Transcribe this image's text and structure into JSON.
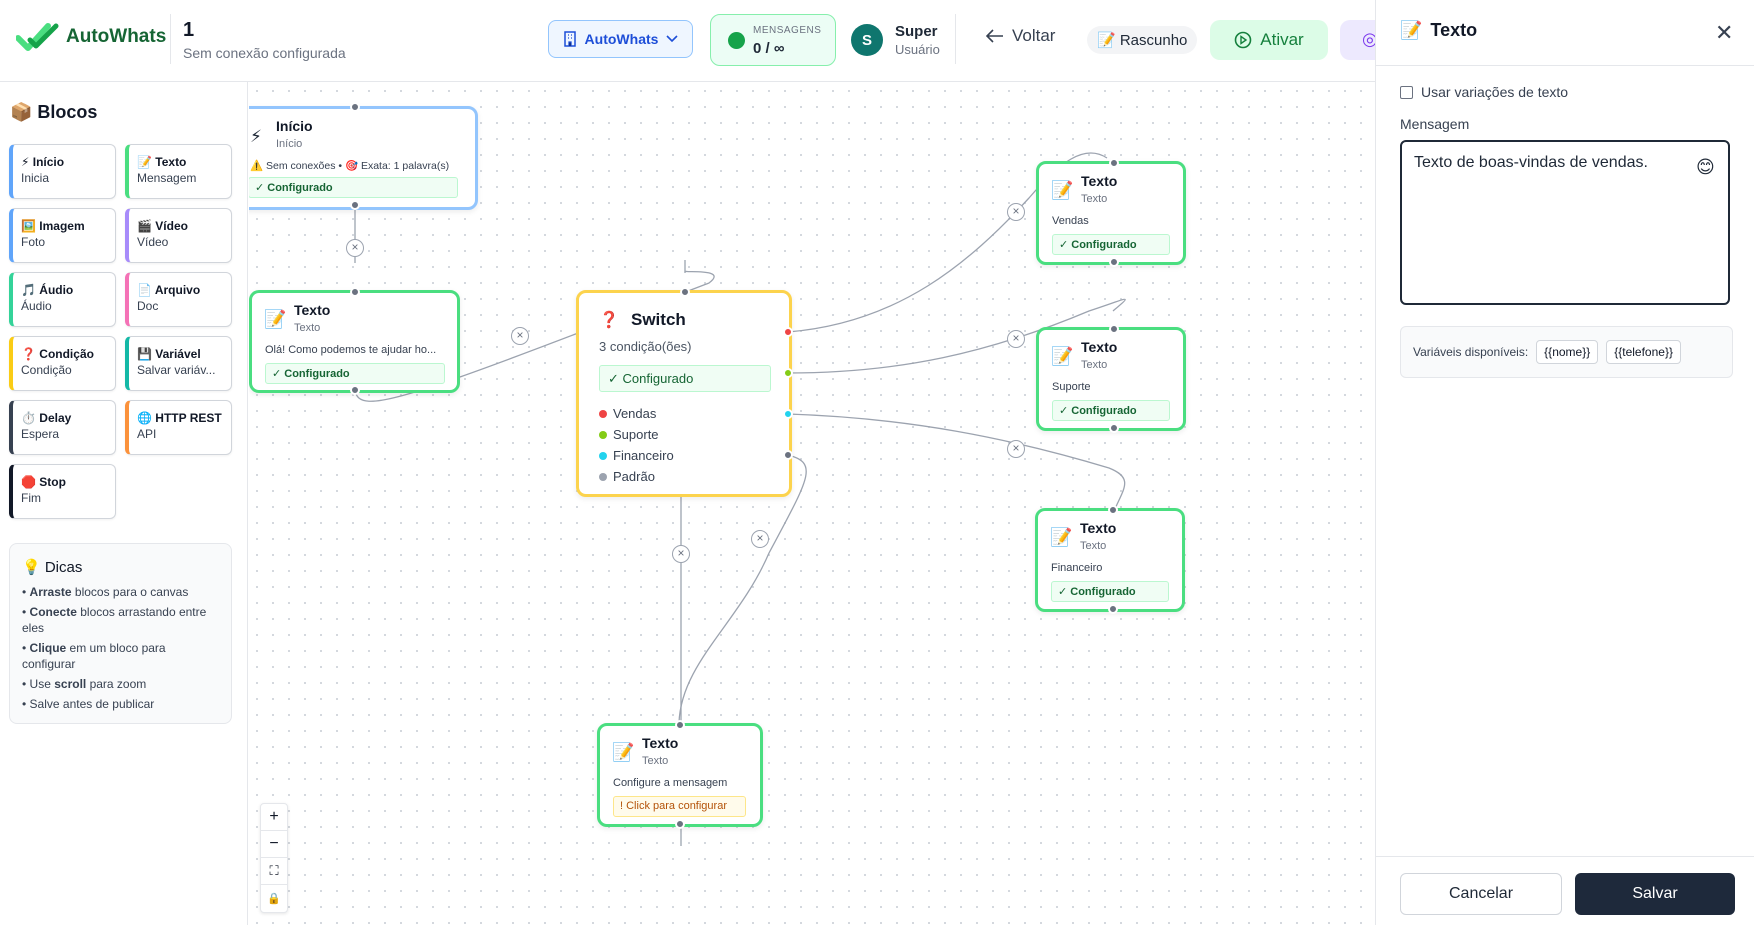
{
  "header": {
    "logo_text": "AutoWhats",
    "flow_name": "1",
    "flow_subtitle": "Sem conexão configurada",
    "connection_select": "AutoWhats",
    "messages_label": "MENSAGENS",
    "messages_count": "0 / ∞",
    "user_initial": "S",
    "user_name": "Super",
    "user_role": "Usuário",
    "back_label": "Voltar",
    "draft_label": "📝 Rascunho",
    "activate_label": "Ativar"
  },
  "sidebar": {
    "title": "📦 Blocos",
    "blocks": [
      {
        "name": "⚡ Início",
        "sub": "Inicia",
        "color": "#60a5fa"
      },
      {
        "name": "📝 Texto",
        "sub": "Mensagem",
        "color": "#4ade80"
      },
      {
        "name": "🖼️ Imagem",
        "sub": "Foto",
        "color": "#60a5fa"
      },
      {
        "name": "🎬 Vídeo",
        "sub": "Vídeo",
        "color": "#a78bfa"
      },
      {
        "name": "🎵 Áudio",
        "sub": "Áudio",
        "color": "#34d399"
      },
      {
        "name": "📄 Arquivo",
        "sub": "Doc",
        "color": "#f472b6"
      },
      {
        "name": "❓ Condição",
        "sub": "Condição",
        "color": "#facc15"
      },
      {
        "name": "💾 Variável",
        "sub": "Salvar variáv...",
        "color": "#14b8a6"
      },
      {
        "name": "⏱️ Delay",
        "sub": "Espera",
        "color": "#374151"
      },
      {
        "name": "🌐 HTTP REST",
        "sub": "API",
        "color": "#fb923c"
      },
      {
        "name": "🛑 Stop",
        "sub": "Fim",
        "color": "#111827"
      }
    ],
    "tips_title": "💡 Dicas",
    "tips": [
      {
        "bold": "Arraste",
        "rest": " blocos para o canvas"
      },
      {
        "bold": "Conecte",
        "rest": " blocos arrastando entre eles"
      },
      {
        "bold": "Clique",
        "rest": " em um bloco para configurar"
      },
      {
        "pre": "Use ",
        "bold": "scroll",
        "rest": " para zoom"
      },
      {
        "pre": "Salve antes de publicar",
        "bold": "",
        "rest": ""
      }
    ]
  },
  "canvas": {
    "start_node": {
      "title": "Início",
      "type": "Início",
      "info": "⚠️ Sem conexões • 🎯 Exata: 1 palavra(s)",
      "status": "✓ Configurado"
    },
    "text_node_1": {
      "title": "Texto",
      "type": "Texto",
      "message": "Olá! Como podemos te ajudar ho...",
      "status": "✓ Configurado"
    },
    "switch_node": {
      "title": "Switch",
      "subtitle": "3 condição(ões)",
      "status": "✓ Configurado",
      "branches": [
        {
          "label": "Vendas",
          "color": "#ef4444"
        },
        {
          "label": "Suporte",
          "color": "#84cc16"
        },
        {
          "label": "Financeiro",
          "color": "#22d3ee"
        },
        {
          "label": "Padrão",
          "color": "#9ca3af"
        }
      ]
    },
    "text_vendas": {
      "title": "Texto",
      "type": "Texto",
      "message": "Vendas",
      "status": "✓ Configurado"
    },
    "text_suporte": {
      "title": "Texto",
      "type": "Texto",
      "message": "Suporte",
      "status": "✓ Configurado"
    },
    "text_financeiro": {
      "title": "Texto",
      "type": "Texto",
      "message": "Financeiro",
      "status": "✓ Configurado"
    },
    "text_padrao": {
      "title": "Texto",
      "type": "Texto",
      "message": "Configure a mensagem",
      "status": "! Click para configurar"
    },
    "zoom_controls": [
      "+",
      "−",
      "⛶",
      "🔒"
    ]
  },
  "panel": {
    "title": "Texto",
    "use_variations_label": "Usar variações de texto",
    "message_label": "Mensagem",
    "message_value": "Texto de boas-vindas de vendas.",
    "vars_label": "Variáveis disponíveis:",
    "vars": [
      "{{nome}}",
      "{{telefone}}"
    ],
    "cancel_label": "Cancelar",
    "save_label": "Salvar"
  }
}
